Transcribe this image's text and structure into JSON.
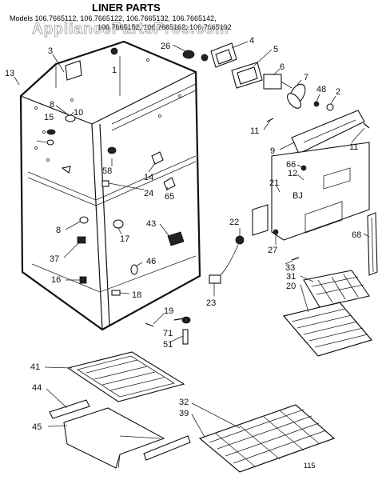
{
  "title": "LINER PARTS",
  "models_line1": "Models 106.7665112, 106.7665122, 106.7665132, 106.7665142,",
  "models_line2": "106.7665152, 106.7665162, 106.7665192",
  "watermark": "AppliancePartsPros.com",
  "page_mark": "115",
  "labels": {
    "p1": "1",
    "p2": "2",
    "p3": "3",
    "p4": "4",
    "p5": "5",
    "p6": "6",
    "p7": "7",
    "p8a": "8",
    "p8b": "8",
    "p9": "9",
    "p10": "10",
    "p11a": "11",
    "p11b": "11",
    "p12": "12",
    "p13": "13",
    "p14": "14",
    "p15": "15",
    "p16": "16",
    "p17": "17",
    "p18": "18",
    "p19": "19",
    "p20": "20",
    "p21": "21",
    "p22": "22",
    "p23": "23",
    "p24": "24",
    "p26": "26",
    "p27": "27",
    "p31": "31",
    "p32": "32",
    "p33": "33",
    "p37": "37",
    "p39": "39",
    "p41": "41",
    "p43": "43",
    "p44": "44",
    "p45": "45",
    "p46": "46",
    "p48": "48",
    "p51": "51",
    "p58": "58",
    "p65": "65",
    "p66": "66",
    "p68": "68",
    "p71": "71"
  }
}
